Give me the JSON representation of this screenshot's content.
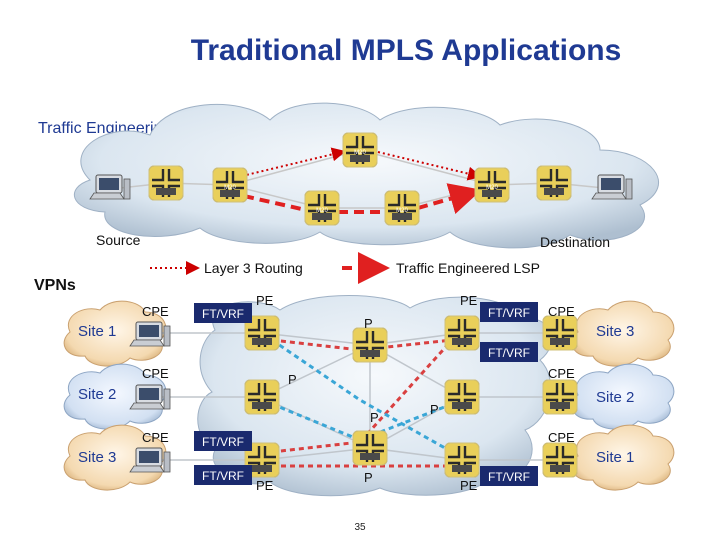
{
  "title": "Traditional MPLS Applications",
  "te": {
    "heading": "Traffic Engineering",
    "source": "Source",
    "destination": "Destination",
    "router_label": "M20"
  },
  "legend": {
    "l3": "Layer 3 Routing",
    "te_lsp": "Traffic Engineered LSP",
    "colors": {
      "l3": "#cc0000",
      "te": "#e02020"
    }
  },
  "vpn": {
    "heading": "VPNs",
    "labels": {
      "cpe": "CPE",
      "pe": "PE",
      "p": "P",
      "ftvrf": "FT/VRF",
      "site1": "Site 1",
      "site2": "Site 2",
      "site3": "Site 3"
    }
  },
  "page_number": "35",
  "colors": {
    "title": "#1f3a93",
    "router": "#e6c84a",
    "cloud": "#d7e3ee",
    "vrf": "#1a2a6e"
  }
}
